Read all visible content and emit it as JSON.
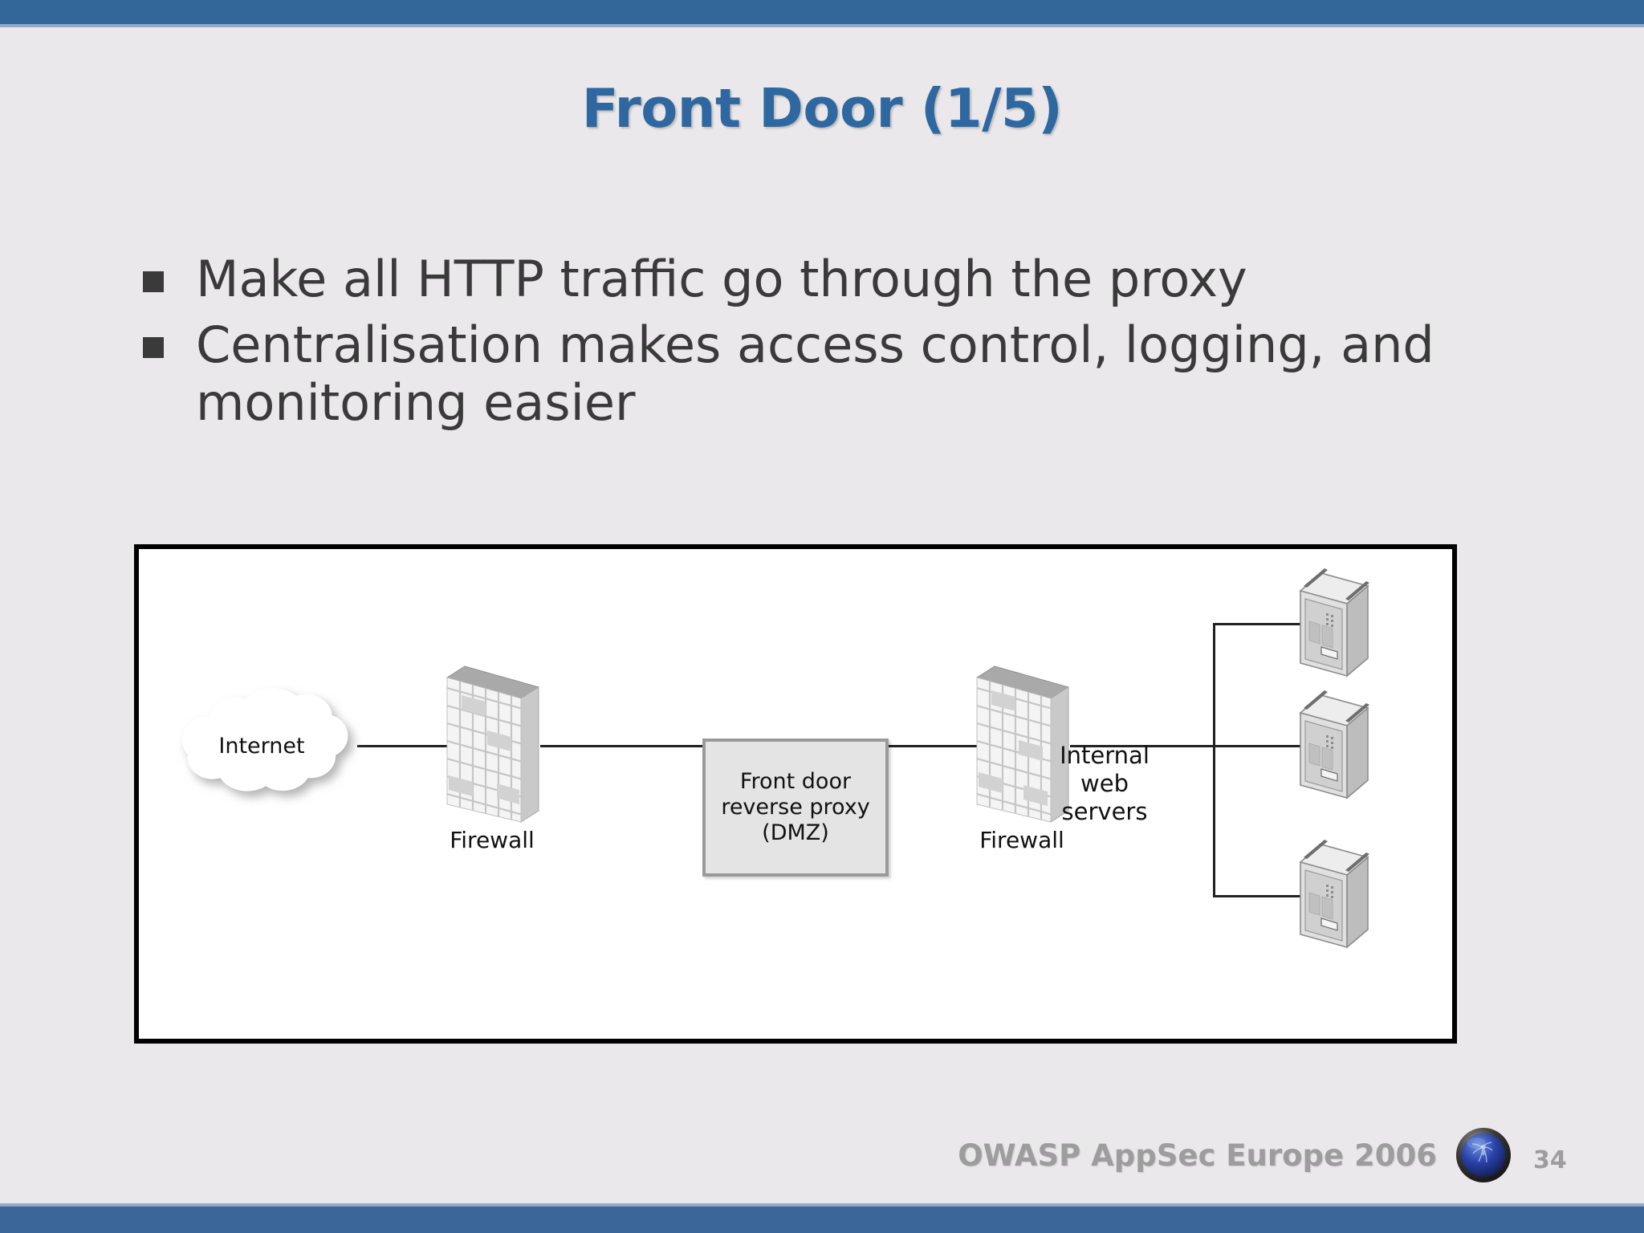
{
  "slide": {
    "title": "Front Door (1/5)",
    "bullets": [
      "Make all HTTP traffic go through the proxy",
      "Centralisation makes access control, logging, and monitoring easier"
    ]
  },
  "diagram": {
    "cloud_label": "Internet",
    "firewall_left_label": "Firewall",
    "firewall_right_label": "Firewall",
    "dmz_line1": "Front door",
    "dmz_line2": "reverse proxy",
    "dmz_line3": "(DMZ)",
    "servers_label_line1": "Internal",
    "servers_label_line2": "web",
    "servers_label_line3": "servers"
  },
  "footer": {
    "event": "OWASP AppSec Europe 2006",
    "page_number": "34"
  },
  "colors": {
    "title_blue": "#2F68A0",
    "bar_blue": "#336699",
    "background": "#EAE8EA",
    "text_dark": "#3A3A3A",
    "footer_gray": "#9D9D9D"
  }
}
